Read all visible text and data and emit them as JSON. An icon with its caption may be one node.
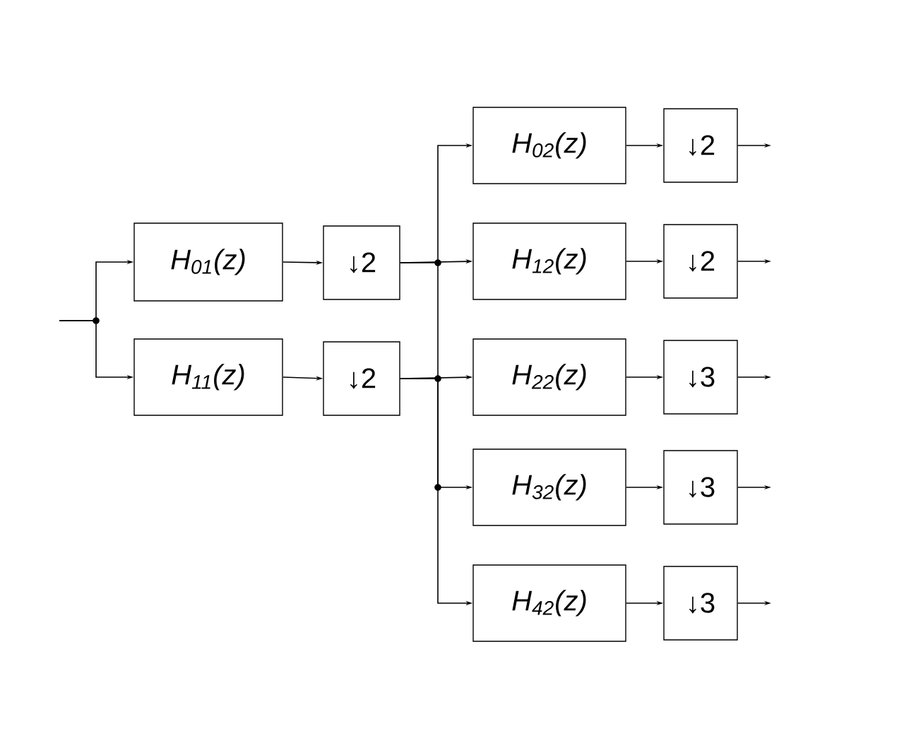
{
  "diagram": {
    "nodes": [
      {
        "text": [
          "H$_{01}$(z)"
        ]
      },
      {
        "text": [
          "↓2"
        ]
      },
      {
        "text": [
          "H$_{11}$(z)"
        ]
      },
      {
        "text": [
          "↓2"
        ]
      },
      {
        "text": [
          "H$_{02}$(z)"
        ]
      },
      {
        "text": [
          "↓2"
        ]
      },
      {
        "text": [
          "H$_{12}$(z)"
        ]
      },
      {
        "text": [
          "↓2"
        ]
      },
      {
        "text": [
          "H$_{22}$(z)"
        ]
      },
      {
        "text": [
          "↓3"
        ]
      },
      {
        "text": [
          "H$_{32}$(z)"
        ]
      },
      {
        "text": [
          "↓3"
        ]
      },
      {
        "text": [
          "H$_{42}$(z)"
        ]
      },
      {
        "text": [
          "↓3"
        ]
      }
    ],
    "edges": [
      {
        "from": null,
        "to": 0,
        "arrow": "to"
      },
      {
        "from": null,
        "to": 2,
        "arrow": "to"
      },
      {
        "from": 0,
        "to": 1,
        "arrow": "to"
      },
      {
        "from": 2,
        "to": 3,
        "arrow": "to"
      },
      {
        "from": 1,
        "to": 4,
        "arrow": "to"
      },
      {
        "from": 1,
        "to": 6,
        "arrow": "to"
      },
      {
        "from": 3,
        "to": 8,
        "arrow": "to"
      },
      {
        "from": 3,
        "to": 10,
        "arrow": "to"
      },
      {
        "from": 3,
        "to": 12,
        "arrow": "to"
      },
      {
        "from": 4,
        "to": 5,
        "arrow": "to"
      },
      {
        "from": 6,
        "to": 7,
        "arrow": "to"
      },
      {
        "from": 8,
        "to": 9,
        "arrow": "to"
      },
      {
        "from": 10,
        "to": 11,
        "arrow": "to"
      },
      {
        "from": 12,
        "to": 13,
        "arrow": "to"
      },
      {
        "from": 5,
        "to": null,
        "arrow": "to"
      },
      {
        "from": 7,
        "to": null,
        "arrow": "to"
      },
      {
        "from": 9,
        "to": null,
        "arrow": "to"
      },
      {
        "from": 11,
        "to": null,
        "arrow": "to"
      },
      {
        "from": 13,
        "to": null,
        "arrow": "to"
      }
    ]
  }
}
